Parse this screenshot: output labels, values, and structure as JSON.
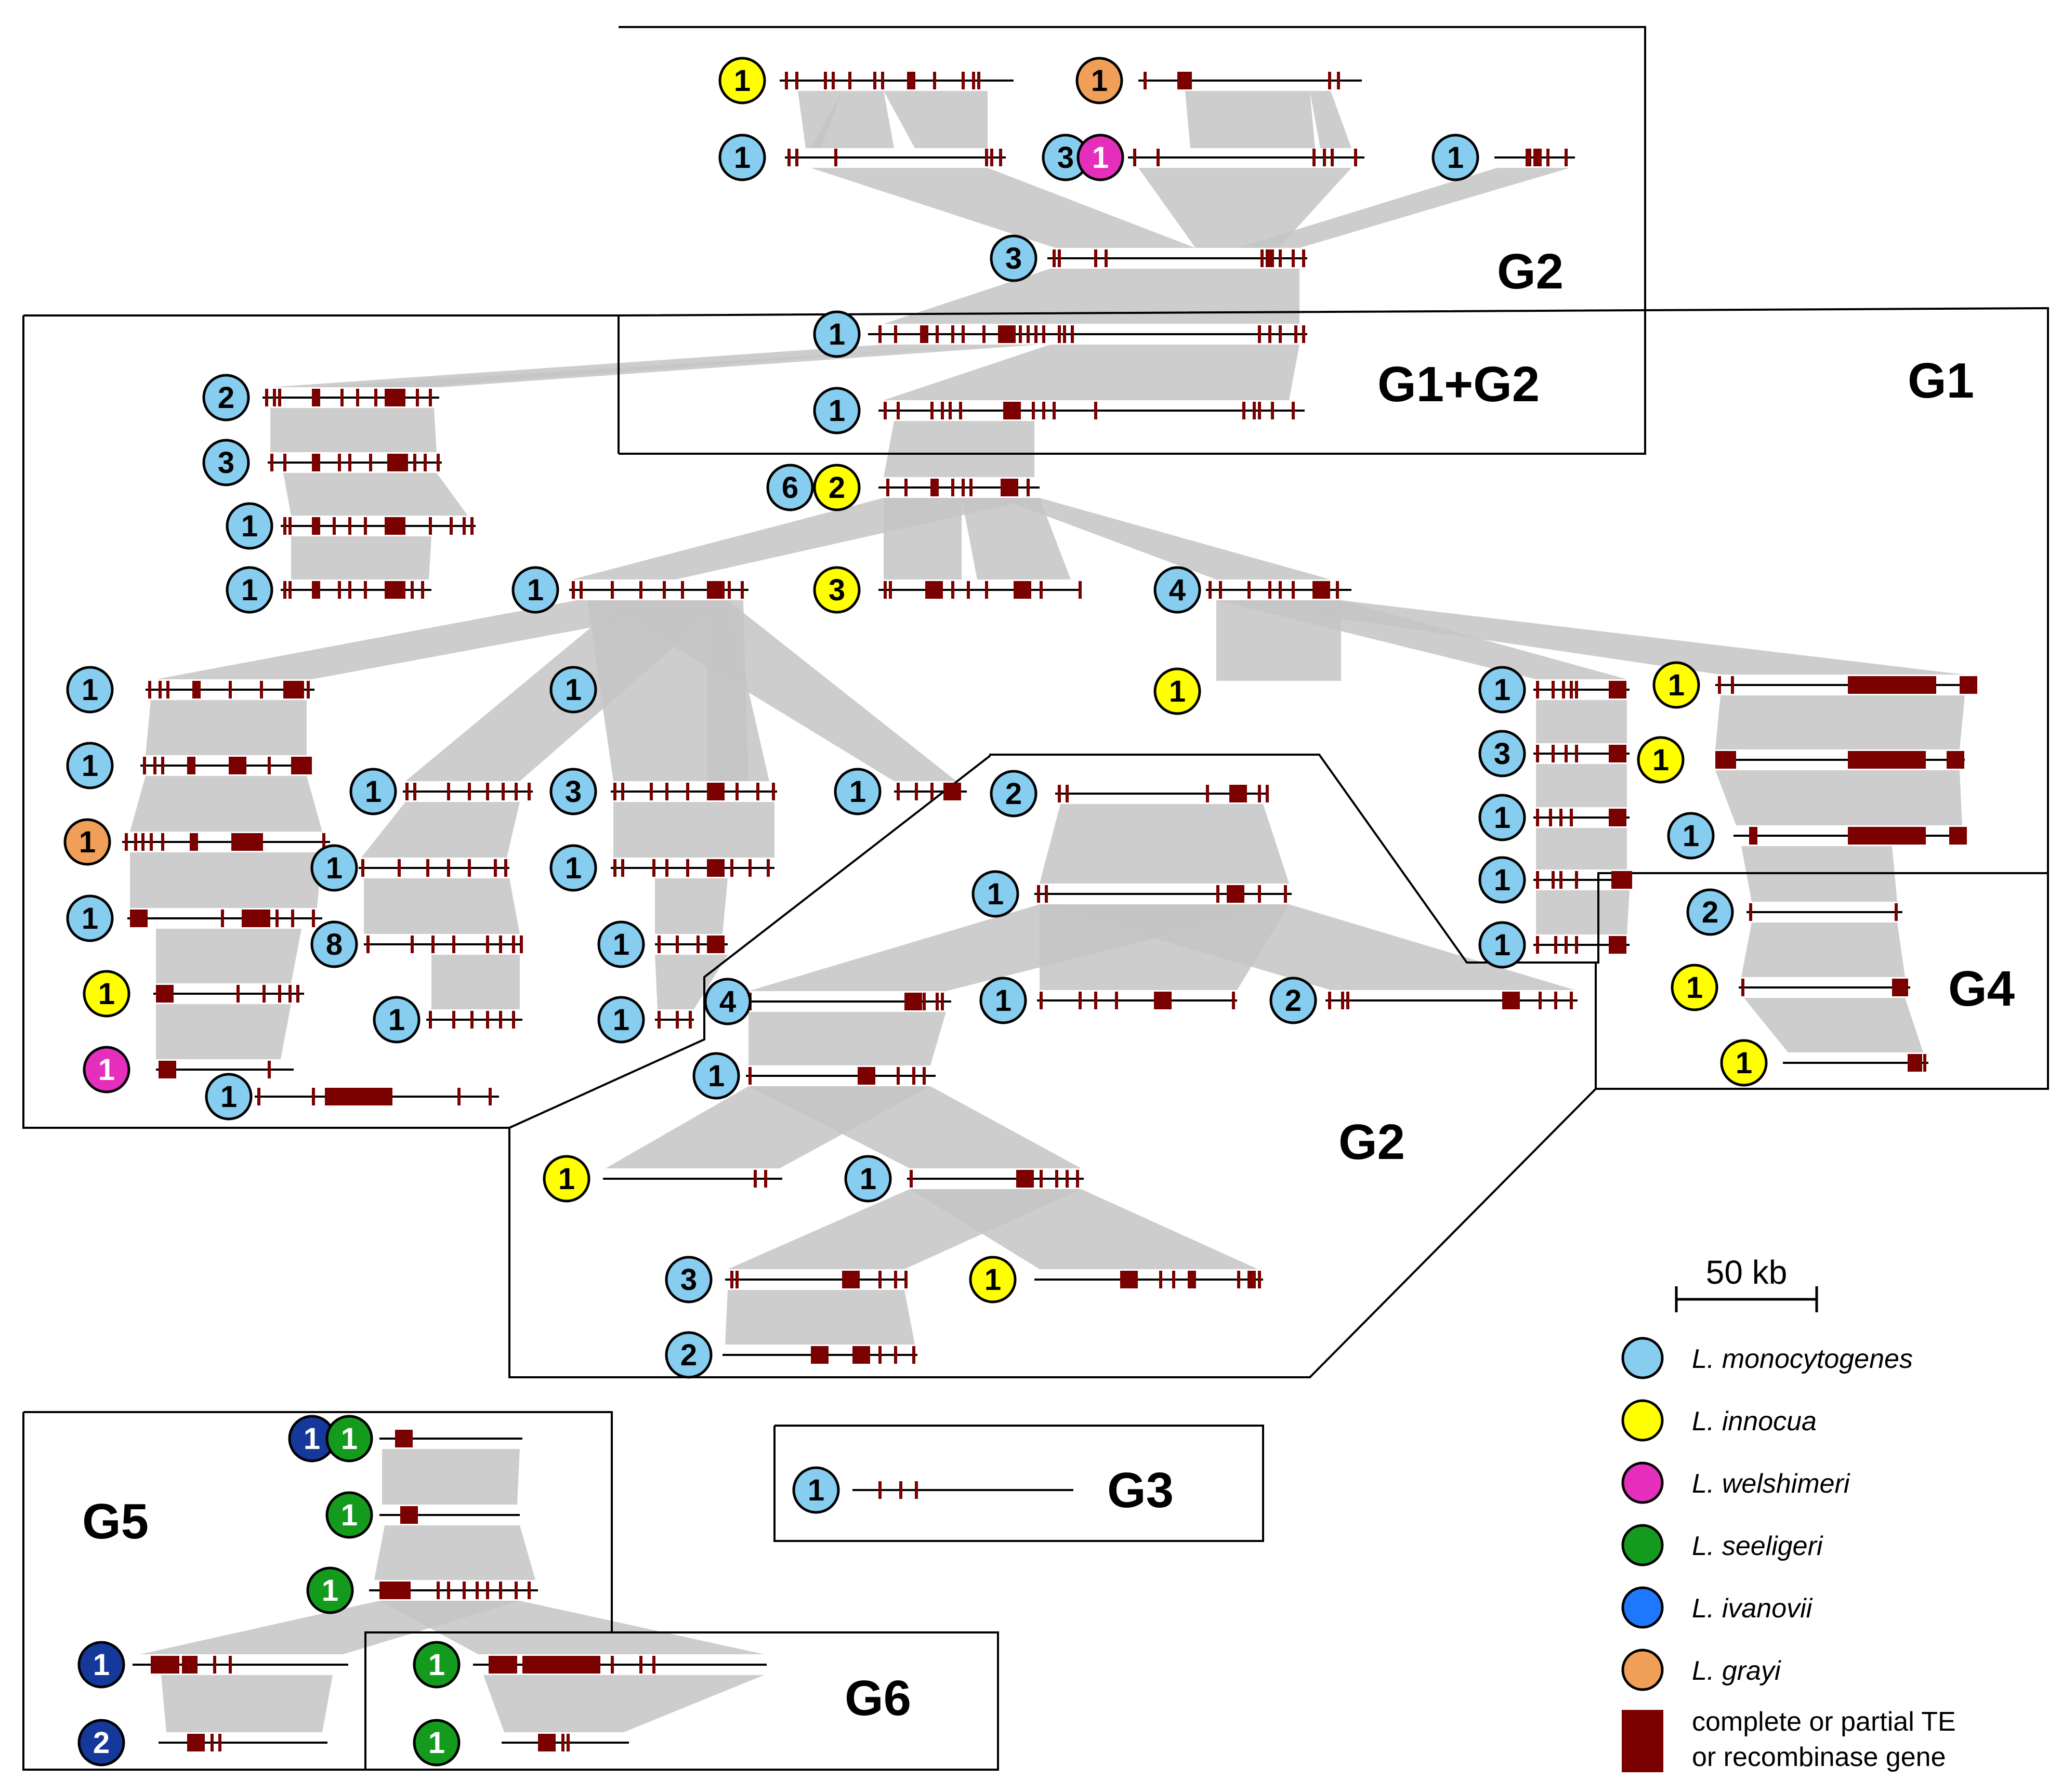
{
  "groups": [
    "G1",
    "G1+G2",
    "G2",
    "G3",
    "G4",
    "G5",
    "G6"
  ],
  "scale_bar": "50 kb",
  "legend": {
    "species": [
      {
        "name": "L. monocytogenes",
        "color": "#87cdef"
      },
      {
        "name": "L. innocua",
        "color": "#ffff00"
      },
      {
        "name": "L. welshimeri",
        "color": "#e52fbc"
      },
      {
        "name": "L. seeligeri",
        "color": "#149b1e"
      },
      {
        "name": "L. ivanovii",
        "color": "#1e78ff"
      },
      {
        "name": "L. grayi",
        "color": "#ef9f58"
      }
    ],
    "te_label_line1": "complete or partial TE",
    "te_label_line2": "or recombinase gene",
    "te_color": "#7b0000"
  },
  "colors": {
    "link": "#c4c4c4",
    "dark_blue_badge": "#15399b",
    "line": "#000000"
  },
  "badges": [
    {
      "n": "1",
      "sp": "inn"
    },
    {
      "n": "1",
      "sp": "gra"
    },
    {
      "n": "1",
      "sp": "mono"
    },
    {
      "n": "3",
      "sp": "mono"
    },
    {
      "n": "1",
      "sp": "wel"
    },
    {
      "n": "1",
      "sp": "mono"
    },
    {
      "n": "3",
      "sp": "mono"
    },
    {
      "n": "1",
      "sp": "mono"
    },
    {
      "n": "1",
      "sp": "mono"
    },
    {
      "n": "6",
      "sp": "mono"
    },
    {
      "n": "2",
      "sp": "inn"
    },
    {
      "n": "2",
      "sp": "mono"
    },
    {
      "n": "3",
      "sp": "mono"
    },
    {
      "n": "1",
      "sp": "mono"
    },
    {
      "n": "1",
      "sp": "mono"
    },
    {
      "n": "1",
      "sp": "mono"
    },
    {
      "n": "3",
      "sp": "inn"
    },
    {
      "n": "4",
      "sp": "mono"
    },
    {
      "n": "1",
      "sp": "inn"
    },
    {
      "n": "1",
      "sp": "mono"
    },
    {
      "n": "1",
      "sp": "mono"
    },
    {
      "n": "1",
      "sp": "gra"
    },
    {
      "n": "1",
      "sp": "mono"
    },
    {
      "n": "1",
      "sp": "inn"
    },
    {
      "n": "1",
      "sp": "wel"
    },
    {
      "n": "1",
      "sp": "mono"
    },
    {
      "n": "1",
      "sp": "mono"
    },
    {
      "n": "1",
      "sp": "mono"
    },
    {
      "n": "8",
      "sp": "mono"
    },
    {
      "n": "1",
      "sp": "mono"
    },
    {
      "n": "1",
      "sp": "mono"
    },
    {
      "n": "3",
      "sp": "mono"
    },
    {
      "n": "1",
      "sp": "mono"
    },
    {
      "n": "1",
      "sp": "mono"
    },
    {
      "n": "1",
      "sp": "mono"
    },
    {
      "n": "1",
      "sp": "mono"
    },
    {
      "n": "1",
      "sp": "mono"
    },
    {
      "n": "3",
      "sp": "mono"
    },
    {
      "n": "1",
      "sp": "mono"
    },
    {
      "n": "1",
      "sp": "mono"
    },
    {
      "n": "1",
      "sp": "mono"
    },
    {
      "n": "1",
      "sp": "inn"
    },
    {
      "n": "1",
      "sp": "inn"
    },
    {
      "n": "1",
      "sp": "mono"
    },
    {
      "n": "2",
      "sp": "mono"
    },
    {
      "n": "1",
      "sp": "inn"
    },
    {
      "n": "1",
      "sp": "inn"
    },
    {
      "n": "2",
      "sp": "mono"
    },
    {
      "n": "1",
      "sp": "mono"
    },
    {
      "n": "1",
      "sp": "mono"
    },
    {
      "n": "2",
      "sp": "mono"
    },
    {
      "n": "4",
      "sp": "mono"
    },
    {
      "n": "1",
      "sp": "mono"
    },
    {
      "n": "1",
      "sp": "inn"
    },
    {
      "n": "1",
      "sp": "mono"
    },
    {
      "n": "3",
      "sp": "mono"
    },
    {
      "n": "1",
      "sp": "inn"
    },
    {
      "n": "2",
      "sp": "mono"
    },
    {
      "n": "1",
      "sp": "iva"
    },
    {
      "n": "1",
      "sp": "see"
    },
    {
      "n": "1",
      "sp": "see"
    },
    {
      "n": "1",
      "sp": "see"
    },
    {
      "n": "1",
      "sp": "iva"
    },
    {
      "n": "2",
      "sp": "iva"
    },
    {
      "n": "1",
      "sp": "see"
    },
    {
      "n": "1",
      "sp": "see"
    },
    {
      "n": "1",
      "sp": "mono"
    }
  ]
}
